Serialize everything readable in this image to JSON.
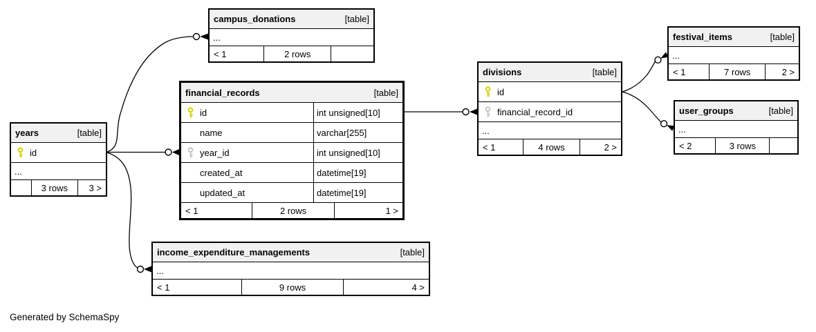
{
  "generator_note": "Generated by SchemaSpy",
  "colors": {
    "header_bg": "#f1f1f1",
    "border": "#000000",
    "primary_key": "#d2d200",
    "foreign_key": "#c3c3c3"
  },
  "tables": {
    "campus_donations": {
      "title": "campus_donations",
      "badge": "[table]",
      "ellipsis": "...",
      "footer": {
        "left": "< 1",
        "center": "2 rows",
        "right": ""
      }
    },
    "financial_records": {
      "title": "financial_records",
      "badge": "[table]",
      "columns": [
        {
          "key": "primary",
          "name": "id",
          "type": "int unsigned[10]"
        },
        {
          "key": "",
          "name": "name",
          "type": "varchar[255]"
        },
        {
          "key": "foreign",
          "name": "year_id",
          "type": "int unsigned[10]"
        },
        {
          "key": "",
          "name": "created_at",
          "type": "datetime[19]"
        },
        {
          "key": "",
          "name": "updated_at",
          "type": "datetime[19]"
        }
      ],
      "footer": {
        "left": "< 1",
        "center": "2 rows",
        "right": "1 >"
      }
    },
    "years": {
      "title": "years",
      "badge": "[table]",
      "ellipsis": "...",
      "columns": [
        {
          "key": "primary",
          "name": "id"
        }
      ],
      "footer": {
        "left": "",
        "center": "3 rows",
        "right": "3 >"
      }
    },
    "divisions": {
      "title": "divisions",
      "badge": "[table]",
      "ellipsis": "...",
      "columns": [
        {
          "key": "primary",
          "name": "id"
        },
        {
          "key": "foreign",
          "name": "financial_record_id"
        }
      ],
      "footer": {
        "left": "< 1",
        "center": "4 rows",
        "right": "2 >"
      }
    },
    "festival_items": {
      "title": "festival_items",
      "badge": "[table]",
      "ellipsis": "...",
      "footer": {
        "left": "< 1",
        "center": "7 rows",
        "right": "2 >"
      }
    },
    "user_groups": {
      "title": "user_groups",
      "badge": "[table]",
      "ellipsis": "...",
      "footer": {
        "left": "< 2",
        "center": "3 rows",
        "right": ""
      }
    },
    "income_expenditure_managements": {
      "title": "income_expenditure_managements",
      "badge": "[table]",
      "ellipsis": "...",
      "footer": {
        "left": "< 1",
        "center": "9 rows",
        "right": "4 >"
      }
    }
  }
}
